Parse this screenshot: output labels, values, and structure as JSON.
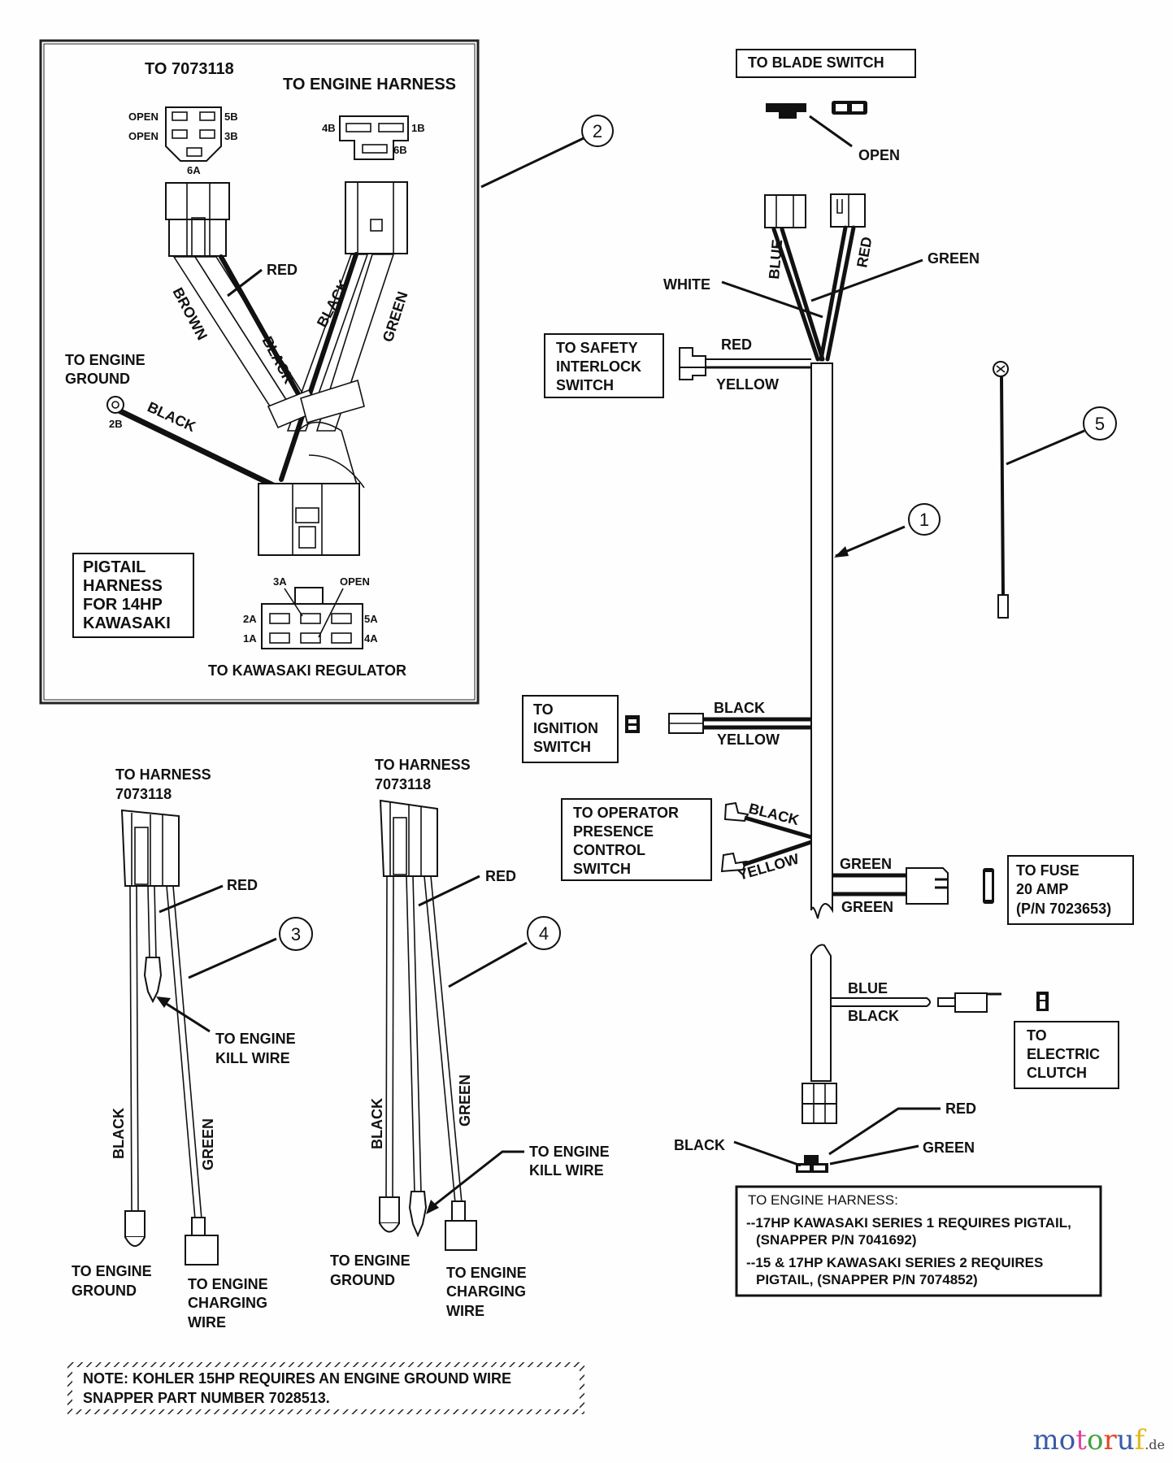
{
  "title": "Wiring harness parts diagram",
  "callouts": [
    "1",
    "2",
    "3",
    "4",
    "5"
  ],
  "inset": {
    "to_7073118": "TO 7073118",
    "to_engine_harness": "TO ENGINE HARNESS",
    "pins_left": {
      "open1": "OPEN",
      "open2": "OPEN",
      "p5b": "5B",
      "p3b": "3B",
      "p6a": "6A"
    },
    "pins_right": {
      "p4b": "4B",
      "p1b": "1B",
      "p6b": "6B"
    },
    "wires": {
      "red": "RED",
      "brown": "BROWN",
      "black1": "BLACK",
      "black2": "BLACK",
      "green": "GREEN",
      "black_ground": "BLACK"
    },
    "engine_ground": [
      "TO ENGINE",
      "GROUND"
    ],
    "ground_pin": "2B",
    "pigtail_box": [
      "PIGTAIL",
      "HARNESS",
      "FOR 14HP",
      "KAWASAKI"
    ],
    "regulator_pins": {
      "p3a": "3A",
      "open": "OPEN",
      "p2a": "2A",
      "p1a": "1A",
      "p5a": "5A",
      "p4a": "4A"
    },
    "to_regulator": "TO KAWASAKI REGULATOR"
  },
  "main_harness": {
    "blade_switch_box": "TO BLADE SWITCH",
    "open": "OPEN",
    "blue": "BLUE",
    "red": "RED",
    "white": "WHITE",
    "green": "GREEN",
    "safety_box": [
      "TO SAFETY",
      "INTERLOCK",
      "SWITCH"
    ],
    "safety_red": "RED",
    "safety_yellow": "YELLOW",
    "ignition_box": [
      "TO",
      "IGNITION",
      "SWITCH"
    ],
    "ignition_black": "BLACK",
    "ignition_yellow": "YELLOW",
    "operator_box": [
      "TO OPERATOR",
      "PRESENCE",
      "CONTROL",
      "SWITCH"
    ],
    "operator_black": "BLACK",
    "operator_yellow": "YELLOW",
    "fuse_green1": "GREEN",
    "fuse_green2": "GREEN",
    "fuse_box": [
      "TO FUSE",
      "20 AMP",
      "(P/N 7023653)"
    ],
    "clutch_blue": "BLUE",
    "clutch_black": "BLACK",
    "clutch_box": [
      "TO",
      "ELECTRIC",
      "CLUTCH"
    ],
    "end_red": "RED",
    "end_black": "BLACK",
    "end_green": "GREEN",
    "engine_harness_note": {
      "title": "TO ENGINE HARNESS:",
      "line1": "--17HP KAWASAKI SERIES 1 REQUIRES PIGTAIL,",
      "line1b": "(SNAPPER P/N 7041692)",
      "line2": "--15 & 17HP KAWASAKI SERIES 2 REQUIRES",
      "line2b": "PIGTAIL, (SNAPPER P/N 7074852)"
    }
  },
  "harness3": {
    "to_harness": [
      "TO HARNESS",
      "7073118"
    ],
    "red": "RED",
    "kill_wire": [
      "TO ENGINE",
      "KILL WIRE"
    ],
    "black": "BLACK",
    "green": "GREEN",
    "ground": [
      "TO ENGINE",
      "GROUND"
    ],
    "charging": [
      "TO ENGINE",
      "CHARGING",
      "WIRE"
    ]
  },
  "harness4": {
    "to_harness": [
      "TO HARNESS",
      "7073118"
    ],
    "red": "RED",
    "kill_wire": [
      "TO ENGINE",
      "KILL WIRE"
    ],
    "black": "BLACK",
    "green": "GREEN",
    "ground": [
      "TO ENGINE",
      "GROUND"
    ],
    "charging": [
      "TO ENGINE",
      "CHARGING",
      "WIRE"
    ]
  },
  "note": {
    "line1": "NOTE: KOHLER 15HP REQUIRES AN ENGINE GROUND WIRE",
    "line2": "SNAPPER PART NUMBER 7028513."
  },
  "watermark": {
    "letters": [
      "m",
      "o",
      "t",
      "o",
      "r",
      "u",
      "f"
    ],
    "colors": [
      "#3b5aa8",
      "#3b5aa8",
      "#e0469b",
      "#3fa33f",
      "#e0462b",
      "#3b5aa8",
      "#e3b81e"
    ],
    "suffix": ".de"
  }
}
